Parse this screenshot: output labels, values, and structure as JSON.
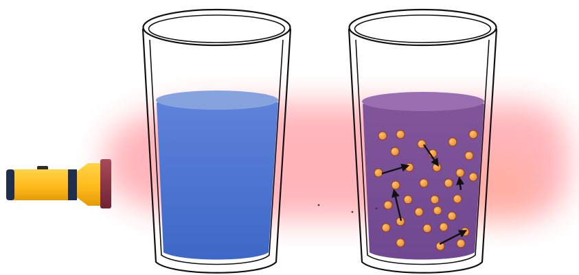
{
  "diagram": {
    "type": "tyndall-effect-illustration",
    "objects": [
      {
        "name": "flashlight",
        "icon": "flashlight-icon"
      },
      {
        "name": "glass-solution",
        "contents": "clear-blue-liquid"
      },
      {
        "name": "glass-colloid",
        "contents": "purple-liquid-with-particles"
      }
    ],
    "beam": {
      "color": "#ff7f86",
      "kind": "red light beam"
    },
    "colors": {
      "solution_liquid": "#4a73d1",
      "colloid_liquid": "#7a4d93",
      "particle_fill": "#f2a245",
      "flashlight_body": "#ffc523",
      "flashlight_head": "#8e3444"
    }
  }
}
